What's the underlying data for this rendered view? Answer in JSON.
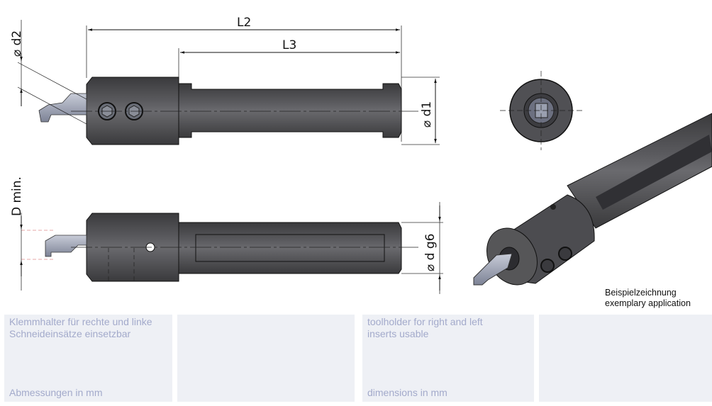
{
  "dimensions": {
    "L2": "L2",
    "L3": "L3",
    "d1": "⌀ d1",
    "d2": "⌀ d2",
    "dg6": "⌀ d g6",
    "Dmin": "D min."
  },
  "caption": {
    "de": "Beispielzeichnung",
    "en": "exemplary application"
  },
  "panels": {
    "de_desc_1": "Klemmhalter für rechte und linke",
    "de_desc_2": "Schneideinsätze einsetzbar",
    "de_units": "Abmessungen in mm",
    "en_desc_1": "toolholder for right and left",
    "en_desc_2": "inserts usable",
    "en_units": "dimensions in mm"
  },
  "colors": {
    "body": "#4a4a4c",
    "insert": "#9aa0b0",
    "panel_bg": "#eef0f5",
    "panel_text": "#a3aacb"
  }
}
